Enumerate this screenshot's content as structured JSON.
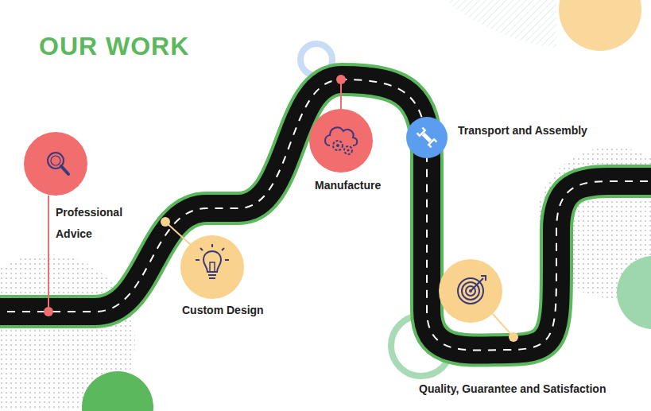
{
  "diagram": {
    "title": "OUR WORK",
    "nodes": [
      {
        "text": [
          "Professional Advice"
        ]
      },
      {
        "text": [
          "Custom Design"
        ]
      },
      {
        "text": [
          "Manufacture"
        ]
      },
      {
        "text": [
          "Transport and Assembly"
        ]
      },
      {
        "text": [
          "Quality, Guarantee and Satisfaction"
        ]
      }
    ]
  }
}
